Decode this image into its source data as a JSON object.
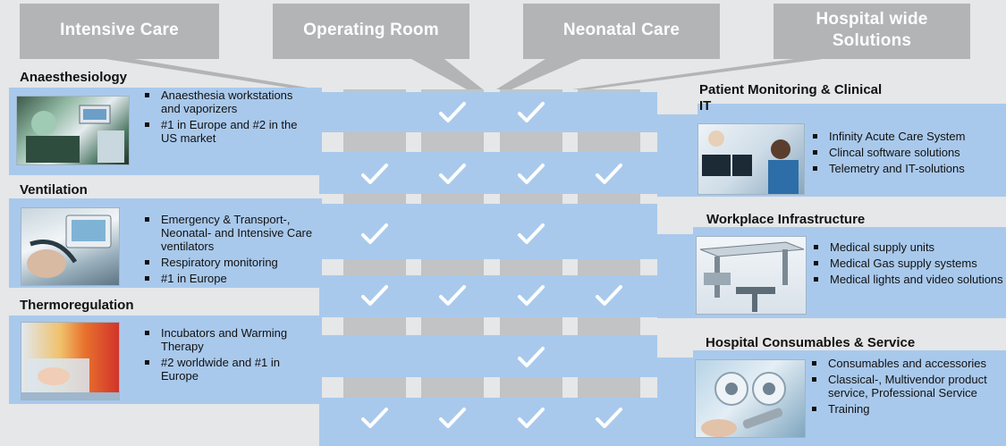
{
  "columns": [
    {
      "label": "Intensive Care"
    },
    {
      "label": "Operating Room"
    },
    {
      "label": "Neonatal Care"
    },
    {
      "label": "Hospital wide Solutions"
    }
  ],
  "left_sections": [
    {
      "title": "Anaesthesiology",
      "bullets": [
        "Anaesthesia workstations and vaporizers",
        "#1 in Europe and #2 in the US market"
      ],
      "photo_icon": "operating-room-photo"
    },
    {
      "title": "Ventilation",
      "bullets": [
        "Emergency &  Transport-, Neonatal- and Intensive Care ventilators",
        "Respiratory monitoring",
        "#1 in Europe"
      ],
      "photo_icon": "ventilator-photo"
    },
    {
      "title": "Thermoregulation",
      "bullets": [
        "Incubators and Warming Therapy",
        "#2 worldwide and #1 in Europe"
      ],
      "photo_icon": "incubator-photo"
    }
  ],
  "right_sections": [
    {
      "title": "Patient Monitoring & Clinical IT",
      "bullets": [
        "Infinity Acute Care System",
        "Clincal software solutions",
        "Telemetry and IT-solutions"
      ],
      "photo_icon": "patient-monitoring-photo"
    },
    {
      "title": "Workplace Infrastructure",
      "bullets": [
        "Medical supply units",
        "Medical Gas supply systems",
        "Medical lights and video solutions"
      ],
      "photo_icon": "ceiling-supply-unit-photo"
    },
    {
      "title": "Hospital Consumables & Service",
      "bullets": [
        "Consumables and accessories",
        "Classical-, Multivendor product service, Professional Service",
        "Training"
      ],
      "photo_icon": "gas-outlet-photo"
    }
  ],
  "matrix_rows": [
    {
      "segment": "Anaesthesiology",
      "checks": [
        false,
        true,
        true,
        false
      ]
    },
    {
      "segment": "Patient Monitoring & Clinical IT",
      "checks": [
        true,
        true,
        true,
        true
      ]
    },
    {
      "segment": "Ventilation",
      "checks": [
        true,
        false,
        true,
        false
      ]
    },
    {
      "segment": "Workplace Infrastructure",
      "checks": [
        true,
        true,
        true,
        true
      ]
    },
    {
      "segment": "Thermoregulation",
      "checks": [
        false,
        false,
        true,
        false
      ]
    },
    {
      "segment": "Hospital Consumables & Service",
      "checks": [
        true,
        true,
        true,
        true
      ]
    }
  ],
  "colors": {
    "background": "#e6e7e8",
    "header_gray": "#b3b4b6",
    "band_blue": "#a9c9ec",
    "column_gray": "#c2c3c5",
    "check_white": "#ffffff"
  },
  "icons": {
    "check": "check-mark-icon"
  }
}
